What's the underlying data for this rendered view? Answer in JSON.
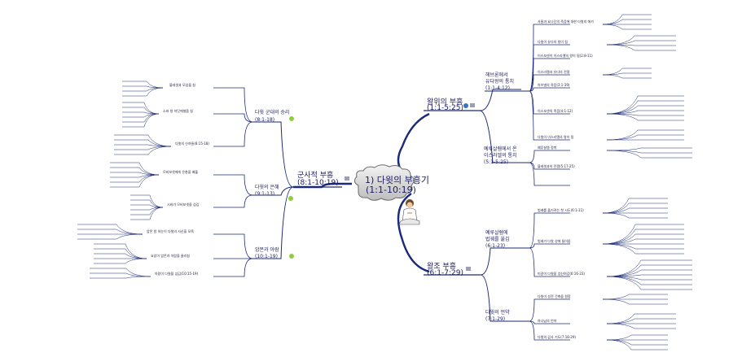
{
  "central": {
    "line1": "1) 다윗의 부흥기",
    "line2": "(1:1-10:19)"
  },
  "branches": {
    "right_upper": {
      "label": "왕위의 부흥",
      "range": "(1:1-5:25)"
    },
    "right_lower": {
      "label": "왕조 부흥",
      "range": "(6:1-7:29)"
    },
    "left": {
      "label": "군사적 부흥",
      "range": "(8:1-10:19)"
    }
  },
  "subtopics": {
    "ru1": {
      "label": "헤브론에서",
      "label2": "유다왕의 통치",
      "range": "(1:1-4:12)"
    },
    "ru2": {
      "label": "예루살렘에서 온",
      "label2": "이스라엘의 통치",
      "range": "(5:1-5:25)"
    },
    "rl1": {
      "label": "예루살렘에",
      "label2": "법궤를 옮김",
      "range": "(6:1-23)"
    },
    "rl2": {
      "label": "다윗의 언약",
      "range": "(7:1-29)"
    },
    "l1": {
      "label": "다윗 군대의 승리",
      "range": "(8:1-18)"
    },
    "l2": {
      "label": "다윗의 은혜",
      "range": "(9:1-13)"
    },
    "l3": {
      "label": "암몬과 아람",
      "range": "(10:1-19)"
    }
  },
  "nodes": {
    "r1": "사울과 요나단의 죽음에 대한 다윗의 애가",
    "r2": "다윗이 유다의 왕이 됨",
    "r3": "이스보셋이 이스라엘의 왕이 됨(2:8-11)",
    "r4": "이스라엘과 유다의 전쟁",
    "r5": "아브넬의 죽음(3:1-39)",
    "r6": "이스보셋의 죽음(4:1-12)",
    "r7": "다윗이 이스라엘의 왕이 됨",
    "r8": "예루살렘 정복",
    "r9": "블레셋과의 전쟁(5:17-25)",
    "r10": "법궤를 옮기려는 첫 시도(6:1-11)",
    "r11": "법궤가 다윗 성에 들어옴",
    "r12": "미갈이 다윗을 업신여김(6:16-23)",
    "r13": "다윗이 성전 건축을 원함",
    "r14": "하나님의 언약",
    "r15": "다윗의 감사 기도(7:18-29)",
    "l1": "블레셋과 모압을 침",
    "l2": "소바 왕 하닷에셀을 침",
    "l3": "다윗의 신하들(8:15-18)",
    "l4": "므비보셋에게 은총을 베풂",
    "l5": "시바가 므비보셋을 섬김",
    "l6": "암몬 왕 하눈이 다윗의 사신을 모욕",
    "l7": "요압이 암몬과 아람을 물리침",
    "l8": "아람이 다윗을 섬김(10:15-19)"
  }
}
